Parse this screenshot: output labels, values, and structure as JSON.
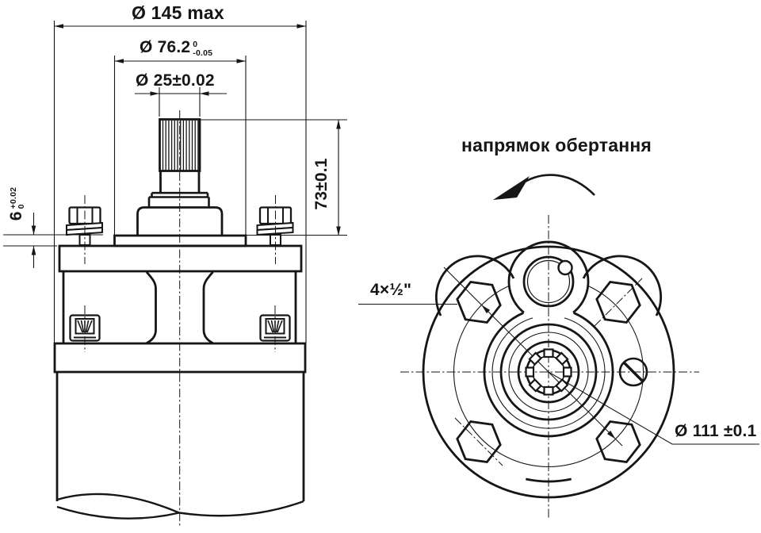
{
  "colors": {
    "ink": "#161616",
    "background": "#ffffff"
  },
  "front_view": {
    "dim_overall_diameter": "Ø 145 max",
    "dim_pilot_diameter": {
      "value": "Ø 76.2",
      "tol_upper": "0",
      "tol_lower": "-0.05"
    },
    "dim_shaft_diameter": "Ø 25±0.02",
    "dim_shaft_height": "73±0.1",
    "dim_spigot_height": {
      "value": "6",
      "tol_upper": "+0.02",
      "tol_lower": "0"
    }
  },
  "end_view": {
    "rotation_direction_label": "напрямок обертання",
    "ports_label": "4×½\"",
    "dim_bolt_circle": "Ø 111 ±0.1"
  }
}
